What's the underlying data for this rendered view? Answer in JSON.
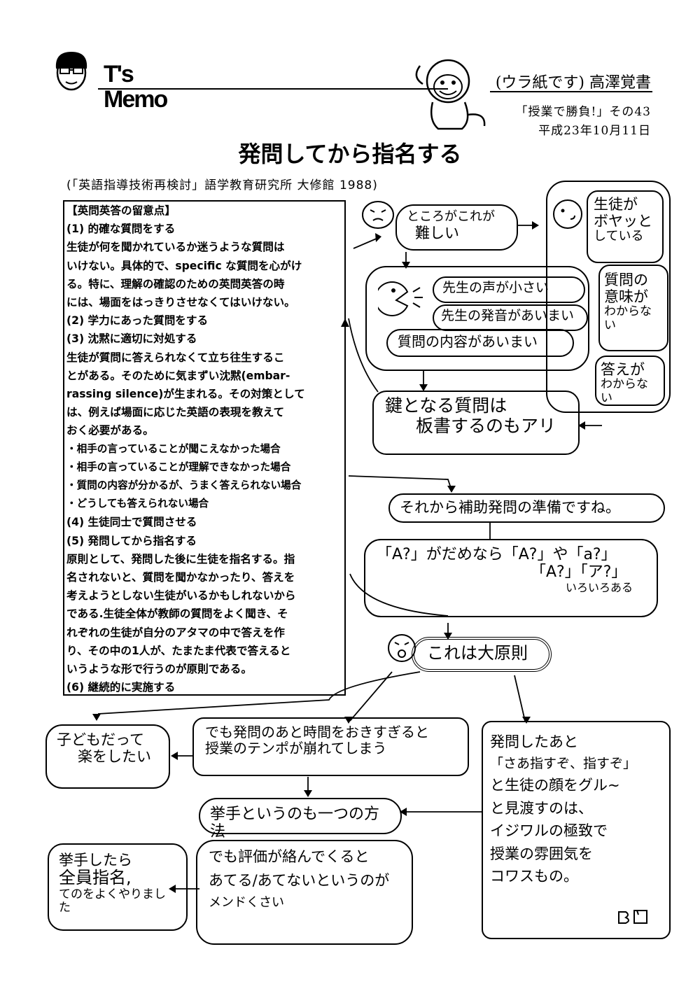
{
  "header": {
    "logo": "T's Memo",
    "subtitle": "(ウラ紙です) 高澤覚書",
    "series": "「授業で勝負!」その43",
    "date": "平成23年10月11日"
  },
  "title": "発問してから指名する",
  "source": "(「英語指導技術再検討」語学教育研究所 大修館 1988)",
  "box": {
    "lines": [
      "【英問英答の留意点】",
      "(1) 的確な質問をする",
      "生徒が何を聞かれているか迷うような質問は",
      "いけない。具体的で、specific な質問を心がけ",
      "る。特に、理解の確認のための英問英答の時",
      "には、場面をはっきりさせなくてはいけない。",
      "(2) 学力にあった質問をする",
      "(3) 沈黙に適切に対処する",
      "生徒が質問に答えられなくて立ち往生するこ",
      "とがある。そのために気まずい沈黙(embar-",
      "rassing silence)が生まれる。その対策として",
      "は、例えば場面に応じた英語の表現を教えて",
      "おく必要がある。",
      "・相手の言っていることが聞こえなかった場合",
      "・相手の言っていることが理解できなかった場合",
      "・質問の内容が分かるが、うまく答えられない場合",
      "・どうしても答えられない場合",
      "(4) 生徒同士で質問させる",
      "(5) 発問してから指名する",
      "原則として、発問した後に生徒を指名する。指",
      "名されないと、質問を聞かなかったり、答えを",
      "考えようとしない生徒がいるかもしれないから",
      "である.生徒全体が教師の質問をよく聞き、そ",
      "れぞれの生徒が自分のアタマの中で答えを作",
      "り、その中の1人が、たまたま代表で答えると",
      "いうような形で行うのが原則である。",
      "(6) 継続的に実施する"
    ]
  },
  "notes": {
    "hard_1": "ところがこれが",
    "hard_2": "難しい",
    "voice_small": "先生の声が小さい",
    "pron_vague": "先生の発音があいまい",
    "content_vague": "質問の内容があいまい",
    "student_1": "生徒が",
    "student_2": "ボヤッと",
    "student_3": "している",
    "meaning_1": "質問の",
    "meaning_2": "意味が",
    "meaning_3": "わからない",
    "answer_1": "答えが",
    "answer_2": "わからない",
    "key_1": "鍵となる質問は",
    "key_2": "板書するのもアリ",
    "prep": "それから補助発問の準備ですね。",
    "alt_1": "「A?」がだめなら「A?」や「a?」",
    "alt_2": "「A?」「ア?」",
    "alt_3": "いろいろある",
    "principle": "これは大原則",
    "kids_1": "子どもだって",
    "kids_2": "楽をしたい",
    "tempo_1": "でも発問のあと時間をおきすぎると",
    "tempo_2": "授業のテンポが崩れてしまう",
    "raise": "挙手というのも一つの方法",
    "eval_1": "でも評価が絡んでくると",
    "eval_2": "あてる/あてないというのが",
    "eval_3": "メンドくさい",
    "did_1": "挙手したら",
    "did_2": "全員指名,",
    "did_3": "てのをよくやりました",
    "mean_1": "発問したあと",
    "mean_2": "「さあ指すぞ、指すぞ」",
    "mean_3": "と生徒の顔をグル~",
    "mean_4": "と見渡すのは、",
    "mean_5": "イジワルの極致で",
    "mean_6": "授業の雰囲気を",
    "mean_7": "コワスもの。"
  }
}
